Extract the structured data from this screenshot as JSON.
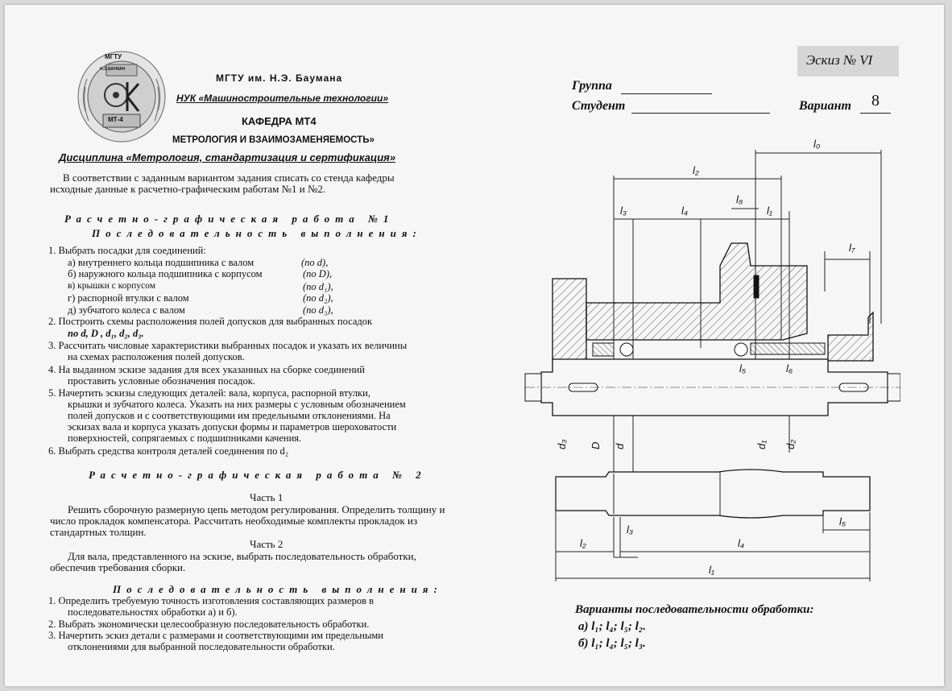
{
  "header": {
    "logo_text_top": "МГТУ",
    "logo_text_bottom": "МТ-4",
    "logo_text_side": "Н.Э.БАУМАН",
    "university": "МГТУ им. Н.Э. Баумана",
    "nuk": "НУК «Машиностроительные технологии»",
    "department": "КАФЕДРА МТ4",
    "department_name": "МЕТРОЛОГИЯ И ВЗАИМОЗАМЕНЯЕМОСТЬ»",
    "discipline": "Дисциплина «Метрология, стандартизация и сертификация»"
  },
  "intro": {
    "line1": "В соответствии с заданным вариантом задания списать со стенда кафедры",
    "line2": "исходные данные к расчетно-графическим работам №1 и №2."
  },
  "work1": {
    "title": "Расчетно-графическая работа №1",
    "subtitle": "Последовательность выполнения:",
    "items": [
      "1.   Выбрать посадки для соединений:",
      "а)   внутреннего кольца подшипника с валом",
      "б)   наружного кольца подшипника с корпусом",
      "в)   крышки с корпусом",
      "г)   распорной втулки с валом",
      "д)   зубчатого колеса с валом",
      "2.   Построить схемы расположения полей допусков для выбранных посадок",
      "по d, D , d₁, d₂, d₃.",
      "3.   Рассчитать числовые характеристики выбранных посадок и указать их величины",
      "на схемах расположения полей допусков.",
      "4.   На выданном эскизе задания для всех указанных на сборке соединений",
      "проставить условные обозначения посадок.",
      "5.   Начертить эскизы следующих деталей: вала, корпуса, распорной втулки,",
      "крышки и зубчатого колеса. Указать на них размеры с условным обозначением",
      "полей допусков и с соответствующими им предельными отклонениями. На",
      "эскизах вала и корпуса указать допуски формы и параметров шероховатости",
      "поверхностей, сопрягаемых с подшипниками качения.",
      "6.   Выбрать средства контроля деталей соединения по d₂"
    ],
    "refs": [
      "(по d),",
      "(по D),",
      "(по d₁),",
      "(по d₂),",
      "(по d₃),"
    ]
  },
  "work2": {
    "title": "Расчетно-графическая работа № 2",
    "part1_label": "Часть 1",
    "part1_line1": "Решить сборочную размерную цепь методом регулирования. Определить толщину и",
    "part1_line2": "число прокладок компенсатора. Рассчитать необходимые комплекты прокладок из",
    "part1_line3": "стандартных толщин.",
    "part2_label": "Часть 2",
    "part2_line1": "Для вала, представленного на эскизе, выбрать последовательность обработки,",
    "part2_line2": "обеспечив требования сборки.",
    "subtitle": "Последовательность выполнения:",
    "items": [
      "1.   Определить требуемую точность изготовления составляющих размеров в",
      "последовательностях обработки а) и б).",
      "2.   Выбрать экономически целесообразную последовательность обработки.",
      "3.   Начертить эскиз детали с размерами и соответствующими им предельными",
      "отклонениями для выбранной последовательности обработки."
    ]
  },
  "sketch": {
    "title": "Эскиз № VI",
    "group_label": "Группа",
    "student_label": "Студент",
    "variant_label": "Вариант",
    "variant_value": "8",
    "dims": {
      "l0": "l₀",
      "l2": "l₂",
      "l3": "l₃",
      "l4": "l₄",
      "l8": "l₈",
      "l1": "l₁",
      "l7": "l₇",
      "l5": "l₅",
      "l6": "l₆",
      "d3": "d₃",
      "D": "D",
      "d": "d",
      "d1": "d₁",
      "d2": "d₂"
    },
    "variants_title": "Варианты последовательности обработки:",
    "variant_a": "а) l₁; l₄; l₅; l₂.",
    "variant_b": "б) l₁; l₄; l₅; l₃."
  }
}
